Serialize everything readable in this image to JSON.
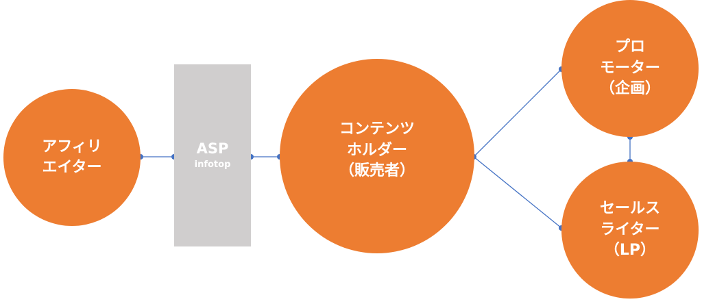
{
  "diagram": {
    "nodes": {
      "affiliator": {
        "label": "アフィリ\nエイター"
      },
      "asp": {
        "title": "ASP",
        "subtitle": "infotop"
      },
      "content_holder": {
        "label": "コンテンツ\nホルダー\n（販売者）"
      },
      "promoter": {
        "label": "プロ\nモーター\n（企画）"
      },
      "sales_writer": {
        "label": "セールス\nライター\n（LP）"
      }
    },
    "colors": {
      "node_fill": "#ED7D31",
      "asp_fill": "#D0CECE",
      "connector": "#4472C4",
      "text": "#FFFFFF"
    }
  }
}
